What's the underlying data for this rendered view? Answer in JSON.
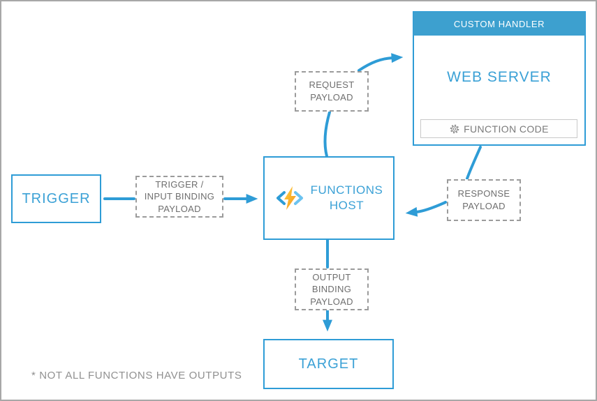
{
  "colors": {
    "accent_blue": "#2e9cd6",
    "header_blue": "#3da0cf",
    "blue_text": "#3ba1d6",
    "dashed_gray": "#9b9b9b",
    "gray_text": "#6e6e6e",
    "footnote_gray": "#909090"
  },
  "nodes": {
    "trigger": {
      "label": "TRIGGER"
    },
    "input_binding": {
      "lines": [
        "TRIGGER /",
        "INPUT BINDING",
        "PAYLOAD"
      ]
    },
    "functions_host": {
      "lines": [
        "FUNCTIONS",
        "HOST"
      ],
      "icon": "functions-lightning-icon"
    },
    "request_payload": {
      "lines": [
        "REQUEST",
        "PAYLOAD"
      ]
    },
    "custom_handler": {
      "title": "CUSTOM HANDLER",
      "server_label": "WEB SERVER",
      "function_code_label": "FUNCTION CODE",
      "icon": "gear-icon"
    },
    "response_payload": {
      "lines": [
        "RESPONSE",
        "PAYLOAD"
      ]
    },
    "output_binding": {
      "lines": [
        "OUTPUT",
        "BINDING",
        "PAYLOAD"
      ]
    },
    "target": {
      "label": "TARGET"
    }
  },
  "footnote": "* NOT ALL FUNCTIONS HAVE OUTPUTS"
}
